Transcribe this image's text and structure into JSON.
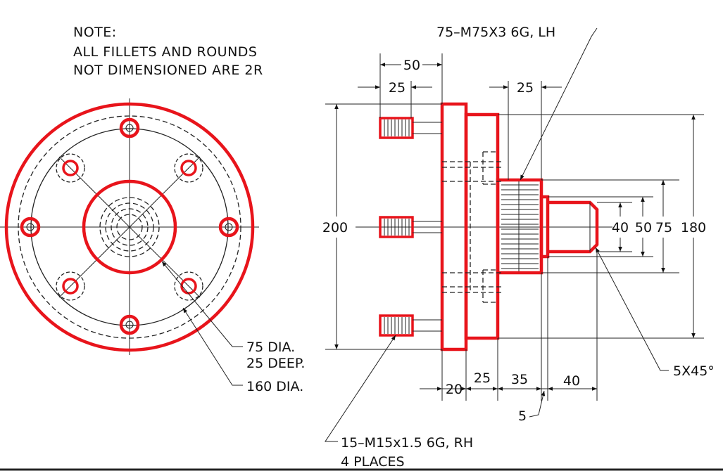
{
  "note": {
    "title": "NOTE:",
    "line1": "ALL FILLETS AND ROUNDS",
    "line2": "NOT DIMENSIONED ARE 2R"
  },
  "callouts": {
    "thread_big": "75–M75X3 6G, LH",
    "bore_dia": "75 DIA.",
    "bore_depth": "25 DEEP.",
    "bolt_circle": "160 DIA.",
    "chamfer": "5X45°",
    "stud_thread": "15–M15x1.5 6G, RH",
    "stud_places": "4 PLACES"
  },
  "dimensions": {
    "d50": "50",
    "d25_top": "25",
    "d25_thread": "25",
    "d200": "200",
    "d180": "180",
    "d75": "75",
    "d50_shaft": "50",
    "d40_shaft": "40",
    "d20": "20",
    "d25_bottom": "25",
    "d35": "35",
    "d40_bottom": "40",
    "d5": "5"
  },
  "colors": {
    "object_line": "#e8141b",
    "dimension_line": "#222222"
  }
}
